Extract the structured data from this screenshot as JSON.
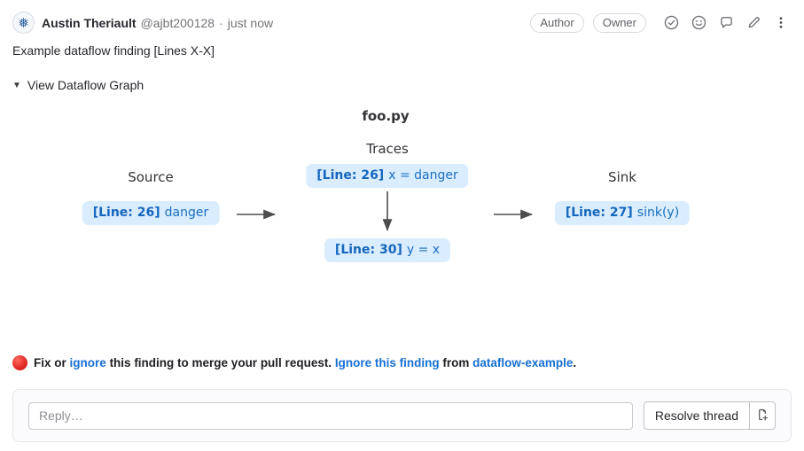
{
  "header": {
    "author_name": "Austin Theriault",
    "handle": "@ajbt200128",
    "separator": "·",
    "timestamp": "just now",
    "badges": [
      {
        "label": "Author"
      },
      {
        "label": "Owner"
      }
    ],
    "icons": [
      "check-circle-icon",
      "smiley-icon",
      "comment-icon",
      "pencil-icon",
      "kebab-menu-icon"
    ]
  },
  "finding": {
    "title": "Example dataflow finding [Lines X-X]"
  },
  "graph_toggle": {
    "arrow": "▼",
    "label": "View Dataflow Graph"
  },
  "graph": {
    "file_label": "foo.py",
    "columns": {
      "source": "Source",
      "traces": "Traces",
      "sink": "Sink"
    },
    "nodes": {
      "source": {
        "line": "[Line: 26]",
        "code": "danger"
      },
      "trace1": {
        "line": "[Line: 26]",
        "code": "x = danger"
      },
      "trace2": {
        "line": "[Line: 30]",
        "code": "y = x"
      },
      "sink": {
        "line": "[Line: 27]",
        "code": "sink(y)"
      }
    }
  },
  "warning": {
    "seg_fix": "Fix or",
    "link_ignore": "ignore",
    "seg_rest": "this finding to merge your pull request.",
    "link_ignore_finding": "Ignore this finding",
    "seg_from": "from",
    "link_repo": "dataflow-example",
    "seg_period": "."
  },
  "reply": {
    "placeholder": "Reply…",
    "resolve_label": "Resolve thread",
    "issue_icon": "create-issue-icon"
  },
  "colors": {
    "node_fill": "#d9edfe",
    "node_text": "#1b6ec3",
    "link_blue": "#176fd4",
    "arrow_gray": "#4d4d4d",
    "warning_red": "#dd2420",
    "muted_text": "#737278"
  }
}
